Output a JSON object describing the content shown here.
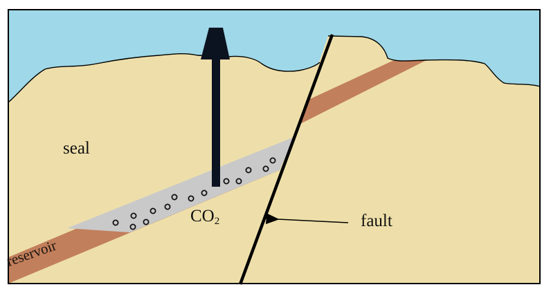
{
  "labels": {
    "seal": "seal",
    "fault": "fault",
    "co2_main": "CO",
    "co2_sub": "2",
    "reservoir": "reservoir"
  },
  "colors": {
    "sky": "#9fd8e8",
    "rock": "#eedfaa",
    "reservoir": "#c27f5b",
    "co2_plume": "#c9c9c9",
    "well": "#0b1220",
    "outline": "#000000"
  },
  "icons": {
    "well": "injection-well-icon",
    "bubbles": "co2-bubble-icon",
    "arrow": "arrow-left-icon"
  }
}
